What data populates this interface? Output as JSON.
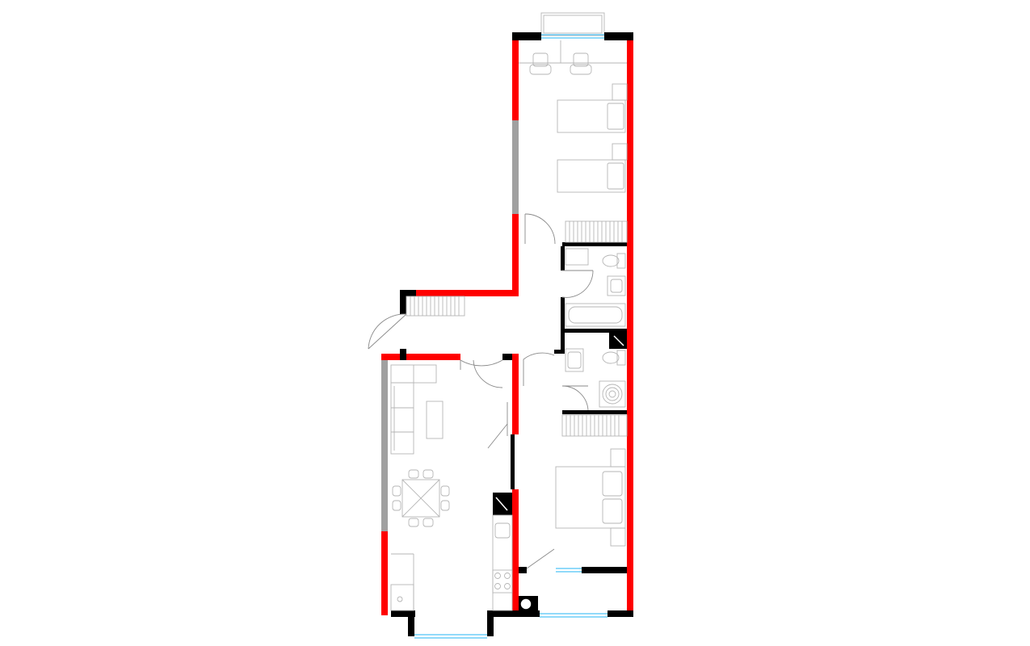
{
  "plan": {
    "colors": {
      "background": "#ffffff",
      "load_bearing_wall": "#ff0000",
      "partition_wall": "#000000",
      "glazed_wall": "#a0a0a0",
      "window_glass": "#4fc3f7",
      "furniture_line": "#b5b5b5"
    },
    "rooms": [
      {
        "name": "bedroom-north-twin"
      },
      {
        "name": "bathroom-tub"
      },
      {
        "name": "bathroom-shower"
      },
      {
        "name": "entrance-hall"
      },
      {
        "name": "living-kitchen"
      },
      {
        "name": "bedroom-south-double"
      }
    ],
    "icons": [
      "door-swing-icon",
      "window-icon",
      "bed-icon",
      "sofa-icon",
      "dining-set-icon",
      "toilet-icon",
      "sink-icon",
      "bathtub-icon",
      "shower-icon",
      "stove-icon",
      "fridge-icon",
      "desk-chair-icon",
      "wardrobe-icon",
      "balcony-icon"
    ]
  }
}
